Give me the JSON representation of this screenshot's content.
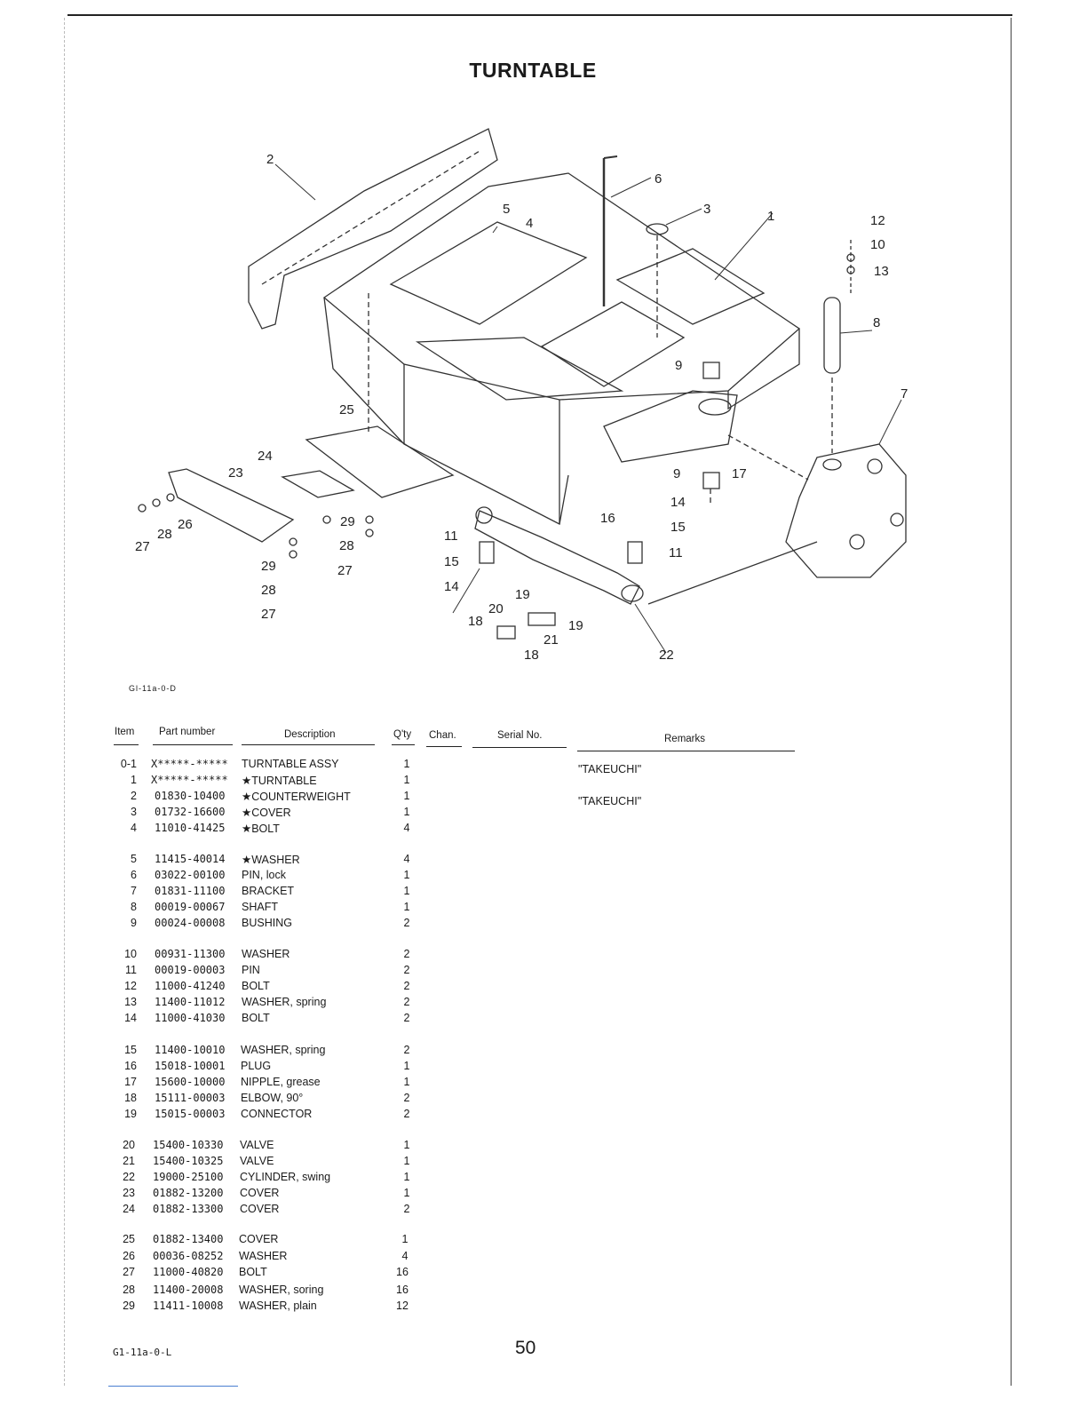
{
  "title": "TURNTABLE",
  "figure_code": "Gl-11a-0-D",
  "footer_code": "G1-11a-0-L",
  "page_number": "50",
  "columns": {
    "item": "Item",
    "part": "Part number",
    "desc": "Description",
    "qty": "Q'ty",
    "chan": "Chan.",
    "serial": "Serial No.",
    "remarks": "Remarks"
  },
  "callouts": [
    "1",
    "2",
    "3",
    "4",
    "5",
    "6",
    "7",
    "8",
    "9",
    "9",
    "10",
    "11",
    "11",
    "12",
    "13",
    "14",
    "14",
    "15",
    "15",
    "16",
    "17",
    "18",
    "18",
    "19",
    "19",
    "20",
    "21",
    "22",
    "23",
    "24",
    "25",
    "26",
    "27",
    "27",
    "27",
    "28",
    "28",
    "28",
    "29",
    "29"
  ],
  "groups": [
    [
      {
        "item": "0-1",
        "part": "X*****-*****",
        "desc": "TURNTABLE ASSY",
        "qty": "1",
        "remarks": "\"TAKEUCHI\""
      },
      {
        "item": "1",
        "part": "X*****-*****",
        "desc": "★TURNTABLE",
        "qty": "1",
        "remarks": ""
      },
      {
        "item": "2",
        "part": "01830-10400",
        "desc": "★COUNTERWEIGHT",
        "qty": "1",
        "remarks": "\"TAKEUCHI\""
      },
      {
        "item": "3",
        "part": "01732-16600",
        "desc": "★COVER",
        "qty": "1",
        "remarks": ""
      },
      {
        "item": "4",
        "part": "11010-41425",
        "desc": "★BOLT",
        "qty": "4",
        "remarks": ""
      }
    ],
    [
      {
        "item": "5",
        "part": "11415-40014",
        "desc": "★WASHER",
        "qty": "4",
        "remarks": ""
      },
      {
        "item": "6",
        "part": "03022-00100",
        "desc": "PIN, lock",
        "qty": "1",
        "remarks": ""
      },
      {
        "item": "7",
        "part": "01831-11100",
        "desc": "BRACKET",
        "qty": "1",
        "remarks": ""
      },
      {
        "item": "8",
        "part": "00019-00067",
        "desc": "SHAFT",
        "qty": "1",
        "remarks": ""
      },
      {
        "item": "9",
        "part": "00024-00008",
        "desc": "BUSHING",
        "qty": "2",
        "remarks": ""
      }
    ],
    [
      {
        "item": "10",
        "part": "00931-11300",
        "desc": "WASHER",
        "qty": "2",
        "remarks": ""
      },
      {
        "item": "11",
        "part": "00019-00003",
        "desc": "PIN",
        "qty": "2",
        "remarks": ""
      },
      {
        "item": "12",
        "part": "11000-41240",
        "desc": "BOLT",
        "qty": "2",
        "remarks": ""
      },
      {
        "item": "13",
        "part": "11400-11012",
        "desc": "WASHER, spring",
        "qty": "2",
        "remarks": ""
      },
      {
        "item": "14",
        "part": "11000-41030",
        "desc": "BOLT",
        "qty": "2",
        "remarks": ""
      }
    ],
    [
      {
        "item": "15",
        "part": "11400-10010",
        "desc": "WASHER, spring",
        "qty": "2",
        "remarks": ""
      },
      {
        "item": "16",
        "part": "15018-10001",
        "desc": "PLUG",
        "qty": "1",
        "remarks": ""
      },
      {
        "item": "17",
        "part": "15600-10000",
        "desc": "NIPPLE, grease",
        "qty": "1",
        "remarks": ""
      },
      {
        "item": "18",
        "part": "15111-00003",
        "desc": "ELBOW, 90°",
        "qty": "2",
        "remarks": ""
      },
      {
        "item": "19",
        "part": "15015-00003",
        "desc": "CONNECTOR",
        "qty": "2",
        "remarks": ""
      }
    ],
    [
      {
        "item": "20",
        "part": "15400-10330",
        "desc": "VALVE",
        "qty": "1",
        "remarks": ""
      },
      {
        "item": "21",
        "part": "15400-10325",
        "desc": "VALVE",
        "qty": "1",
        "remarks": ""
      },
      {
        "item": "22",
        "part": "19000-25100",
        "desc": "CYLINDER, swing",
        "qty": "1",
        "remarks": ""
      },
      {
        "item": "23",
        "part": "01882-13200",
        "desc": "COVER",
        "qty": "1",
        "remarks": ""
      },
      {
        "item": "24",
        "part": "01882-13300",
        "desc": "COVER",
        "qty": "2",
        "remarks": ""
      }
    ],
    [
      {
        "item": "25",
        "part": "01882-13400",
        "desc": "COVER",
        "qty": "1",
        "remarks": ""
      },
      {
        "item": "26",
        "part": "00036-08252",
        "desc": "WASHER",
        "qty": "4",
        "remarks": ""
      },
      {
        "item": "27",
        "part": "11000-40820",
        "desc": "BOLT",
        "qty": "16",
        "remarks": ""
      },
      {
        "item": "28",
        "part": "11400-20008",
        "desc": "WASHER, soring",
        "qty": "16",
        "remarks": ""
      },
      {
        "item": "29",
        "part": "11411-10008",
        "desc": "WASHER, plain",
        "qty": "12",
        "remarks": ""
      }
    ]
  ]
}
